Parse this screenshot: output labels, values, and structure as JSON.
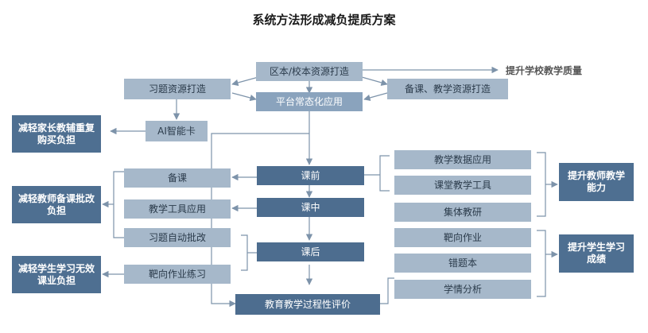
{
  "title": "系统方法形成减负提质方案",
  "top": {
    "resource_build": "区本/校本资源打造",
    "platform_apply": "平台常态化应用",
    "exercise_build": "习题资源打造",
    "prep_build": "备课、教学资源打造",
    "ai_card": "AI智能卡",
    "improve_quality": "提升学校教学质量"
  },
  "left_outcomes": {
    "parents": "减轻家长教辅重复购买负担",
    "teachers": "减轻教师备课批改负担",
    "students": "减轻学生学习无效课业负担"
  },
  "left_items": [
    "备课",
    "教学工具应用",
    "习题自动批改",
    "靶向作业练习"
  ],
  "stages": {
    "before": "课前",
    "during": "课中",
    "after": "课后",
    "evaluation": "教育教学过程性评价"
  },
  "right_items": [
    "教学数据应用",
    "课堂教学工具",
    "集体教研",
    "靶向作业",
    "错题本",
    "学情分析"
  ],
  "right_outcomes": {
    "teacher_ability": "提升教师教学能力",
    "student_result": "提升学生学习成绩"
  },
  "colors": {
    "light_box": "#a6b8ca",
    "mid_box": "#8aa3bd",
    "dark_box": "#4e6f91",
    "connector": "#7d93aa"
  }
}
